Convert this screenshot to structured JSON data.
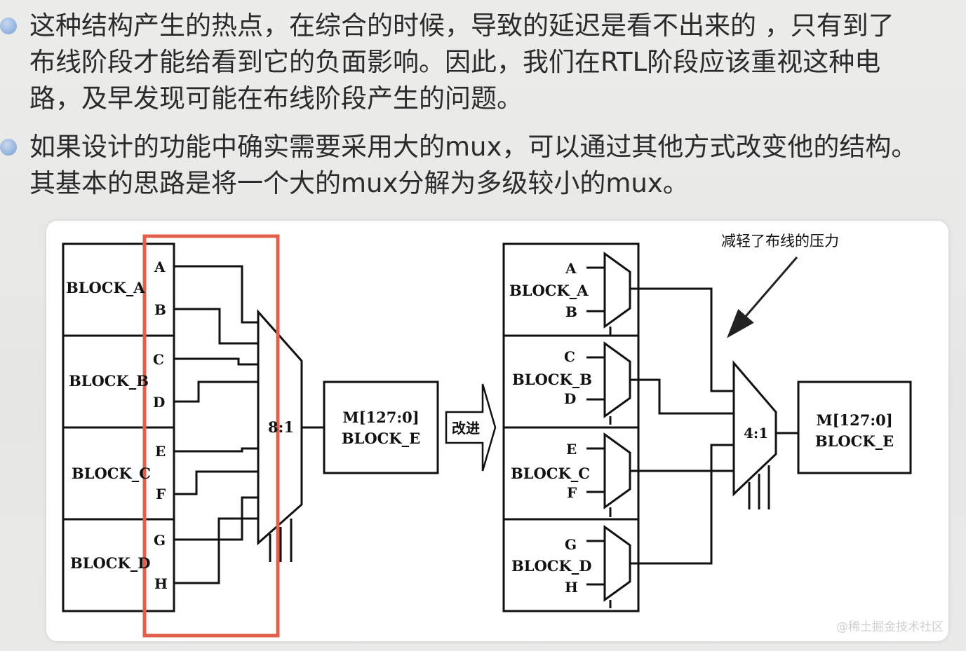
{
  "bullets": [
    {
      "lines": [
        "这种结构产生的热点，在综合的时候，导致的延迟是看不出来的 ，只有到了",
        "布线阶段才能给看到它的负面影响。因此，我们在RTL阶段应该重视这种电",
        "路，及早发现可能在布线阶段产生的问题。"
      ]
    },
    {
      "lines": [
        "如果设计的功能中确实需要采用大的mux，可以通过其他方式改变他的结构。",
        "其基本的思路是将一个大的mux分解为多级较小的mux。"
      ]
    }
  ],
  "left_diagram": {
    "blocks": [
      "BLOCK_A",
      "BLOCK_B",
      "BLOCK_C",
      "BLOCK_D"
    ],
    "inputs": [
      "A",
      "B",
      "C",
      "D",
      "E",
      "F",
      "G",
      "H"
    ],
    "mux_label": "8:1",
    "output_block": [
      "M[127:0]",
      "BLOCK_E"
    ]
  },
  "arrow_label": "改进",
  "right_diagram": {
    "blocks": [
      "BLOCK_A",
      "BLOCK_B",
      "BLOCK_C",
      "BLOCK_D"
    ],
    "inputs": [
      "A",
      "B",
      "C",
      "D",
      "E",
      "F",
      "G",
      "H"
    ],
    "mux_label": "4:1",
    "output_block": [
      "M[127:0]",
      "BLOCK_E"
    ],
    "annotation": "减轻了布线的压力"
  },
  "watermark": "@稀土掘金技术社区",
  "colors": {
    "highlight_box": "#e0604a",
    "bullet_dot": "#8fb0dc",
    "text": "#2b2b2b"
  }
}
